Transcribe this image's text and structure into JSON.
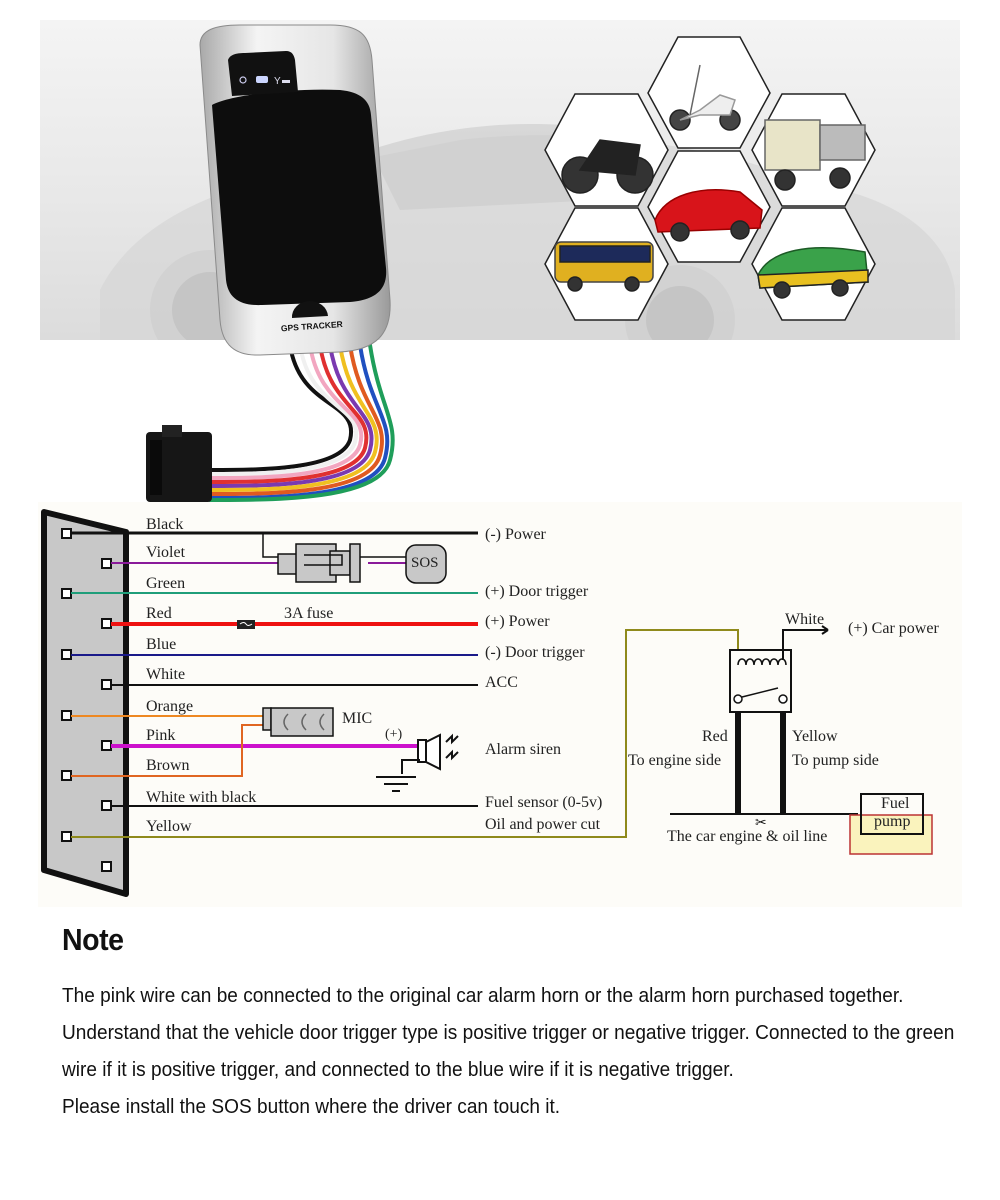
{
  "hero": {
    "device": {
      "brand_label": "GPS TRACKER",
      "status_icons": [
        "gps-satellite-icon",
        "battery-icon",
        "signal-icon"
      ]
    },
    "vehicles": [
      {
        "name": "electric-scooter",
        "position": "top-center"
      },
      {
        "name": "motorcycle",
        "position": "middle-left"
      },
      {
        "name": "truck",
        "position": "middle-right"
      },
      {
        "name": "sports-car",
        "position": "center"
      },
      {
        "name": "bus",
        "position": "bottom-left"
      },
      {
        "name": "taxi",
        "position": "bottom-right"
      }
    ]
  },
  "diagram": {
    "wires": [
      {
        "label": "Black",
        "color": "#111111",
        "target": "(-) Power"
      },
      {
        "label": "Violet",
        "color": "#8a1a9a",
        "target": "SOS"
      },
      {
        "label": "Green",
        "color": "#1f9e7a",
        "target": "(+) Door trigger"
      },
      {
        "label": "Red",
        "color": "#ee1111",
        "target": "(+) Power",
        "inline": "3A fuse"
      },
      {
        "label": "Blue",
        "color": "#1a1a8a",
        "target": "(-) Door trigger"
      },
      {
        "label": "White",
        "color": "#111111",
        "target": "ACC"
      },
      {
        "label": "Orange",
        "color": "#ee8822",
        "target": "MIC"
      },
      {
        "label": "Pink",
        "color": "#cc11cc",
        "target": "Alarm siren",
        "polarity": "(+)"
      },
      {
        "label": "Brown",
        "color": "#e06622",
        "target": "MIC"
      },
      {
        "label": "White with black",
        "color": "#111111",
        "target": "Fuel sensor (0-5v)"
      },
      {
        "label": "Yellow",
        "color": "#8f8a1c",
        "target": "Oil and power cut"
      }
    ],
    "components": {
      "sos": "SOS",
      "fuse": "3A fuse",
      "mic": "MIC",
      "siren_polarity": "(+)",
      "siren": "Alarm siren"
    },
    "relay": {
      "white_label": "White",
      "car_power": "(+) Car power",
      "red_label": "Red",
      "red_desc": "To engine side",
      "yellow_label": "Yellow",
      "yellow_desc": "To pump side",
      "line_label": "The car engine & oil line",
      "pump_line1": "Fuel",
      "pump_line2": "pump"
    }
  },
  "note": {
    "title": "Note",
    "paragraphs": [
      "The pink wire can be connected to the original car alarm horn or the alarm horn purchased together.",
      "Understand that the vehicle door trigger type is positive trigger or negative trigger. Connected to the green wire if it is positive trigger, and connected to the blue wire if it is negative trigger.",
      "Please install the SOS button where the driver can touch it."
    ]
  }
}
